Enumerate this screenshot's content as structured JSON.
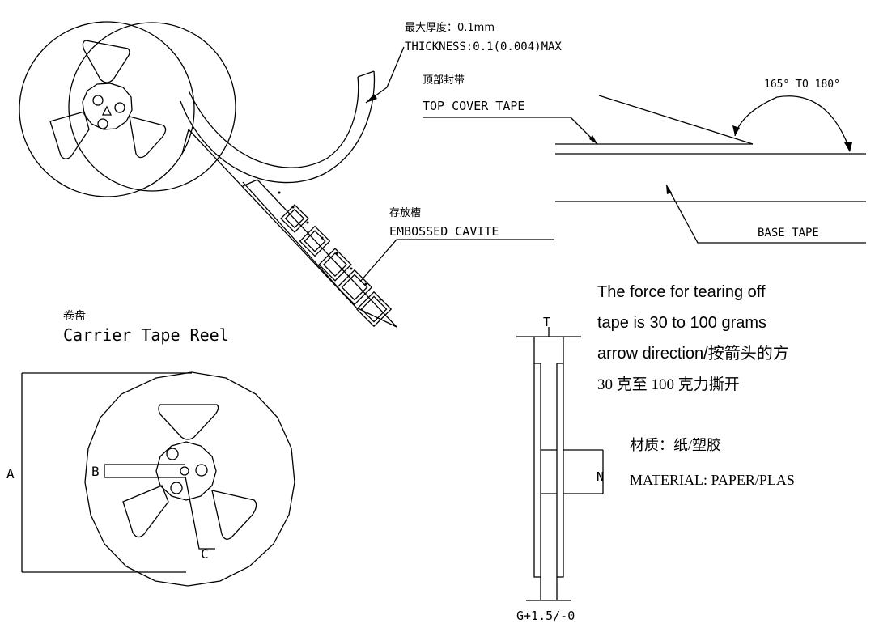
{
  "thickness_cn": "最大厚度：0.1mm",
  "thickness_en": "THICKNESS:0.1(0.004)MAX",
  "top_cover_cn": "顶部封带",
  "top_cover_en": "TOP COVER TAPE",
  "angle": "165° TO 180°",
  "cavity_cn": "存放槽",
  "cavity_en": "EMBOSSED CAVITE",
  "base_tape": "BASE TAPE",
  "reel_cn": "卷盘",
  "reel_en": "Carrier Tape Reel",
  "dim_a": "A",
  "dim_b": "B",
  "dim_c": "C",
  "dim_t": "T",
  "dim_n": "N",
  "dim_g": "G+1.5/-0",
  "force_line1": "The force for tearing off",
  "force_line2": "tape is 30 to 100 grams",
  "force_line3": "arrow direction/按箭头的方",
  "force_line4": "30 克至 100 克力撕开",
  "material_cn": "材质：纸/塑胶",
  "material_en": "MATERIAL: PAPER/PLAS"
}
